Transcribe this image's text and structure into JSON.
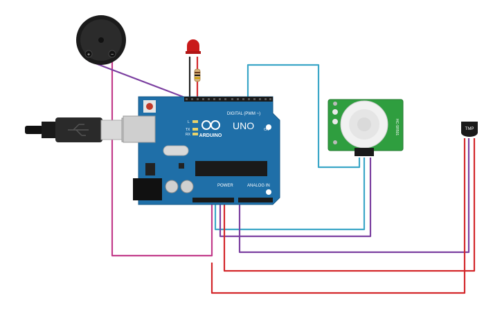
{
  "board": {
    "name": "UNO",
    "brand": "ARDUINO",
    "digital_header": "DIGITAL (PWM ~)",
    "power_label": "POWER",
    "analog_label": "ANALOG IN",
    "on_label": "ON",
    "led_tx": "TX",
    "led_rx": "RX",
    "led_l": "L",
    "color": "#1f6fa8"
  },
  "pir": {
    "side_label": "HC-SR501",
    "color": "#2f9e3f"
  },
  "temp_sensor": {
    "label": "TMP"
  },
  "buzzer": {
    "plus": "+",
    "minus": "−"
  },
  "wires": {
    "red": "#d3262a",
    "purple": "#7b3fa0",
    "blue": "#3aa6c7",
    "magenta": "#c23b8a"
  }
}
